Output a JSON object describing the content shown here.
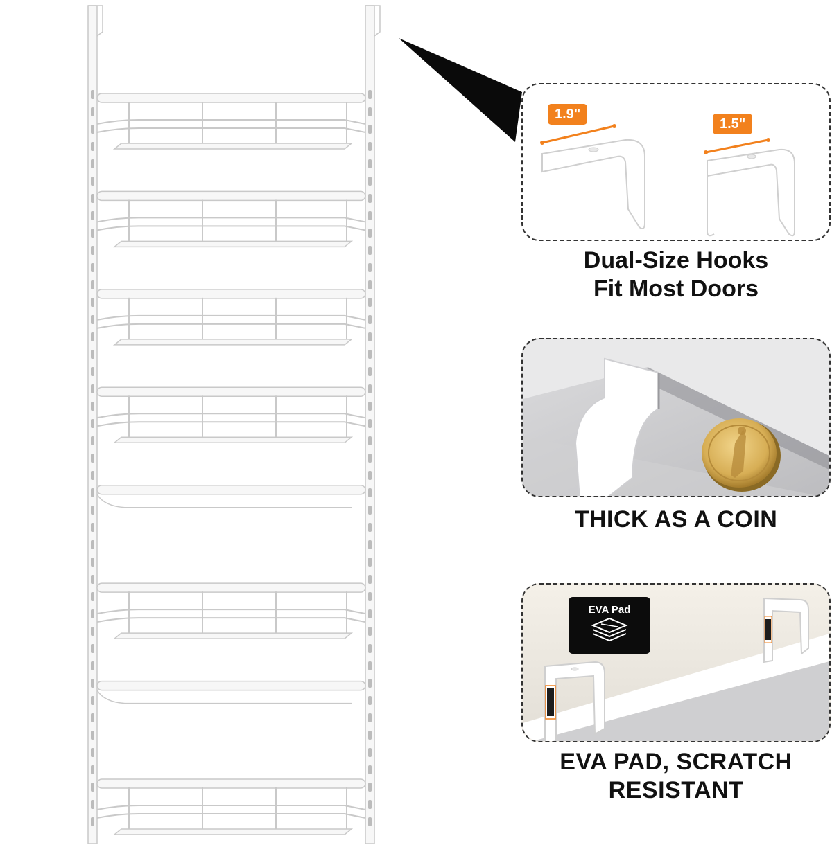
{
  "rack": {
    "shelf_count": 8,
    "shelves": [
      {
        "index": 1,
        "type": "basket"
      },
      {
        "index": 2,
        "type": "basket"
      },
      {
        "index": 3,
        "type": "basket"
      },
      {
        "index": 4,
        "type": "basket"
      },
      {
        "index": 5,
        "type": "flat"
      },
      {
        "index": 6,
        "type": "basket"
      },
      {
        "index": 7,
        "type": "flat"
      },
      {
        "index": 8,
        "type": "basket"
      }
    ],
    "color": "#f7f7f7",
    "outline_color": "#c9c9c9"
  },
  "features": {
    "hooks": {
      "large_width": "1.9\"",
      "small_width": "1.5\"",
      "caption_line1": "Dual-Size Hooks",
      "caption_line2": "Fit Most Doors"
    },
    "coin": {
      "caption": "THICK AS A COIN"
    },
    "eva": {
      "tag_label": "EVA Pad",
      "tag_icon": "layers-icon",
      "caption_line1": "EVA PAD, SCRATCH",
      "caption_line2": "RESISTANT"
    }
  },
  "colors": {
    "accent": "#f2811d",
    "text": "#111111",
    "pointer": "#0a0a0a"
  }
}
